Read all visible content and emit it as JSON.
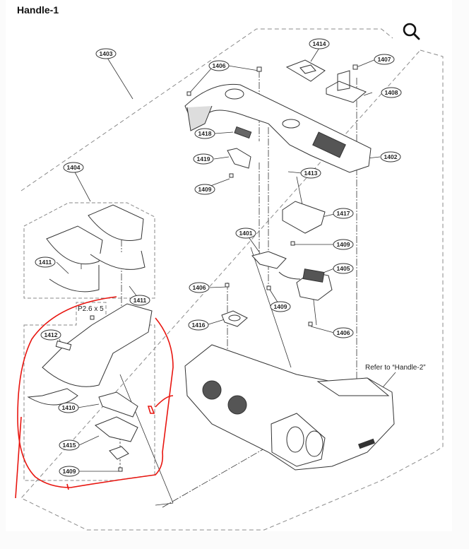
{
  "header": {
    "title": "Handle-1"
  },
  "toolbar": {
    "zoom_icon": "magnifier-icon"
  },
  "diagram": {
    "callouts": [
      {
        "id": "c1403",
        "label": "1403"
      },
      {
        "id": "c1406a",
        "label": "1406"
      },
      {
        "id": "c1414",
        "label": "1414"
      },
      {
        "id": "c1407",
        "label": "1407"
      },
      {
        "id": "c1408",
        "label": "1408"
      },
      {
        "id": "c1402",
        "label": "1402"
      },
      {
        "id": "c1418",
        "label": "1418"
      },
      {
        "id": "c1419",
        "label": "1419"
      },
      {
        "id": "c1413",
        "label": "1413"
      },
      {
        "id": "c1409a",
        "label": "1409"
      },
      {
        "id": "c1404",
        "label": "1404"
      },
      {
        "id": "c1417",
        "label": "1417"
      },
      {
        "id": "c1401",
        "label": "1401"
      },
      {
        "id": "c1409b",
        "label": "1409"
      },
      {
        "id": "c1405",
        "label": "1405"
      },
      {
        "id": "c1411a",
        "label": "1411"
      },
      {
        "id": "c1411b",
        "label": "1411"
      },
      {
        "id": "c1406b",
        "label": "1406"
      },
      {
        "id": "c1409c",
        "label": "1409"
      },
      {
        "id": "c1416",
        "label": "1416"
      },
      {
        "id": "c1406c",
        "label": "1406"
      },
      {
        "id": "c1412",
        "label": "1412"
      },
      {
        "id": "c1410",
        "label": "1410"
      },
      {
        "id": "c1415",
        "label": "1415"
      },
      {
        "id": "c1409d",
        "label": "1409"
      }
    ],
    "screw_spec": "P2.6 x 5",
    "reference_note": "Refer to “Handle-2”",
    "annotation_color": "#e8150f",
    "line_color": "#333333",
    "dash_color": "#8a8a8a"
  }
}
